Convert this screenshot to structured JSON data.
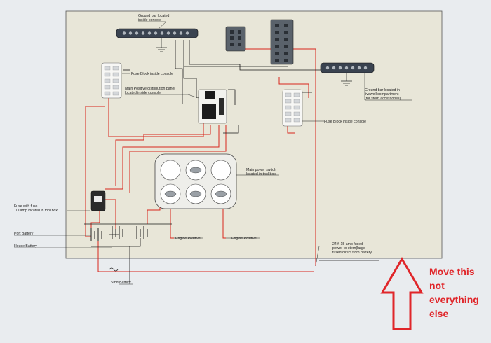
{
  "labels": {
    "ground_bar_inside": [
      "Ground bar located",
      "inside console"
    ],
    "fuse_block_inside_left": [
      "Fuse Block inside console"
    ],
    "main_positive_panel": [
      "Main Positive distribution panel",
      "located inside console"
    ],
    "ground_bar_livewell": [
      "Ground bar located in",
      "livewell compartment",
      "(for stern accessories)"
    ],
    "fuse_block_inside_right": [
      "Fuse Block inside console"
    ],
    "main_power_switch": [
      "Main power switch",
      "located in tool box"
    ],
    "fuse_with_fuse": [
      "Fuse with fuse",
      "100amp located in tool box"
    ],
    "port_battery": [
      "Port Battery"
    ],
    "house_battery": [
      "House Battery"
    ],
    "engine_positive_1": [
      "Engine Positive"
    ],
    "engine_positive_2": [
      "Engine Positive"
    ],
    "stbd_battery": [
      "Stbd Battery"
    ],
    "stern_fuse": [
      "24 ft 15 amp fused",
      "power-to-stern(large",
      "fused direct from battery"
    ]
  },
  "annotation": {
    "lines": [
      "Move this",
      "not",
      "everything",
      "else"
    ],
    "color": "#e0262a"
  },
  "colors": {
    "wire_red": "#d9261c",
    "wire_black": "#1a1a1a",
    "sheet": "#e8e6d8",
    "background": "#e9ecef"
  }
}
